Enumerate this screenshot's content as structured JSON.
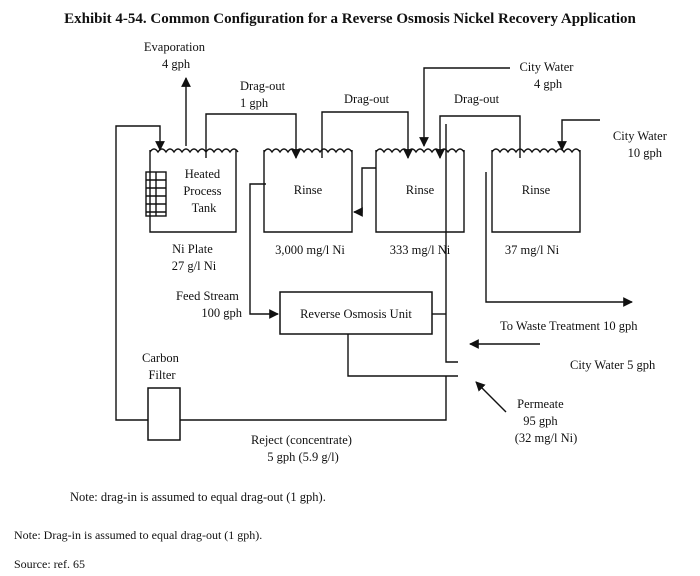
{
  "title": "Exhibit 4-54. Common Configuration for a Reverse Osmosis Nickel Recovery Application",
  "labels": {
    "evaporation": [
      "Evaporation",
      "4 gph"
    ],
    "dragout1": [
      "Drag-out",
      "1 gph"
    ],
    "dragout2": "Drag-out",
    "dragout3": "Drag-out",
    "citywater_top": [
      "City Water",
      "4 gph"
    ],
    "citywater_right": [
      "City Water",
      "10 gph"
    ],
    "process_tank": [
      "Heated",
      "Process",
      "Tank"
    ],
    "rinse1": "Rinse",
    "rinse2": "Rinse",
    "rinse3": "Rinse",
    "ni_plate": [
      "Ni Plate",
      "27 g/l Ni"
    ],
    "conc1": "3,000 mg/l Ni",
    "conc2": "333 mg/l Ni",
    "conc3": "37 mg/l Ni",
    "feed_stream": [
      "Feed Stream",
      "100 gph"
    ],
    "ro_unit": "Reverse Osmosis Unit",
    "waste": "To Waste Treatment 10 gph",
    "citywater_5": "City Water 5 gph",
    "carbon_filter": [
      "Carbon",
      "Filter"
    ],
    "permeate": [
      "Permeate",
      "95 gph",
      "(32 mg/l Ni)"
    ],
    "reject": [
      "Reject (concentrate)",
      "5 gph (5.9 g/l)"
    ],
    "note_inner": "Note:  drag-in is assumed to equal drag-out (1 gph)."
  },
  "footer": {
    "note": "Note:  Drag-in is assumed to equal drag-out (1 gph).",
    "source": "Source: ref. 65"
  }
}
